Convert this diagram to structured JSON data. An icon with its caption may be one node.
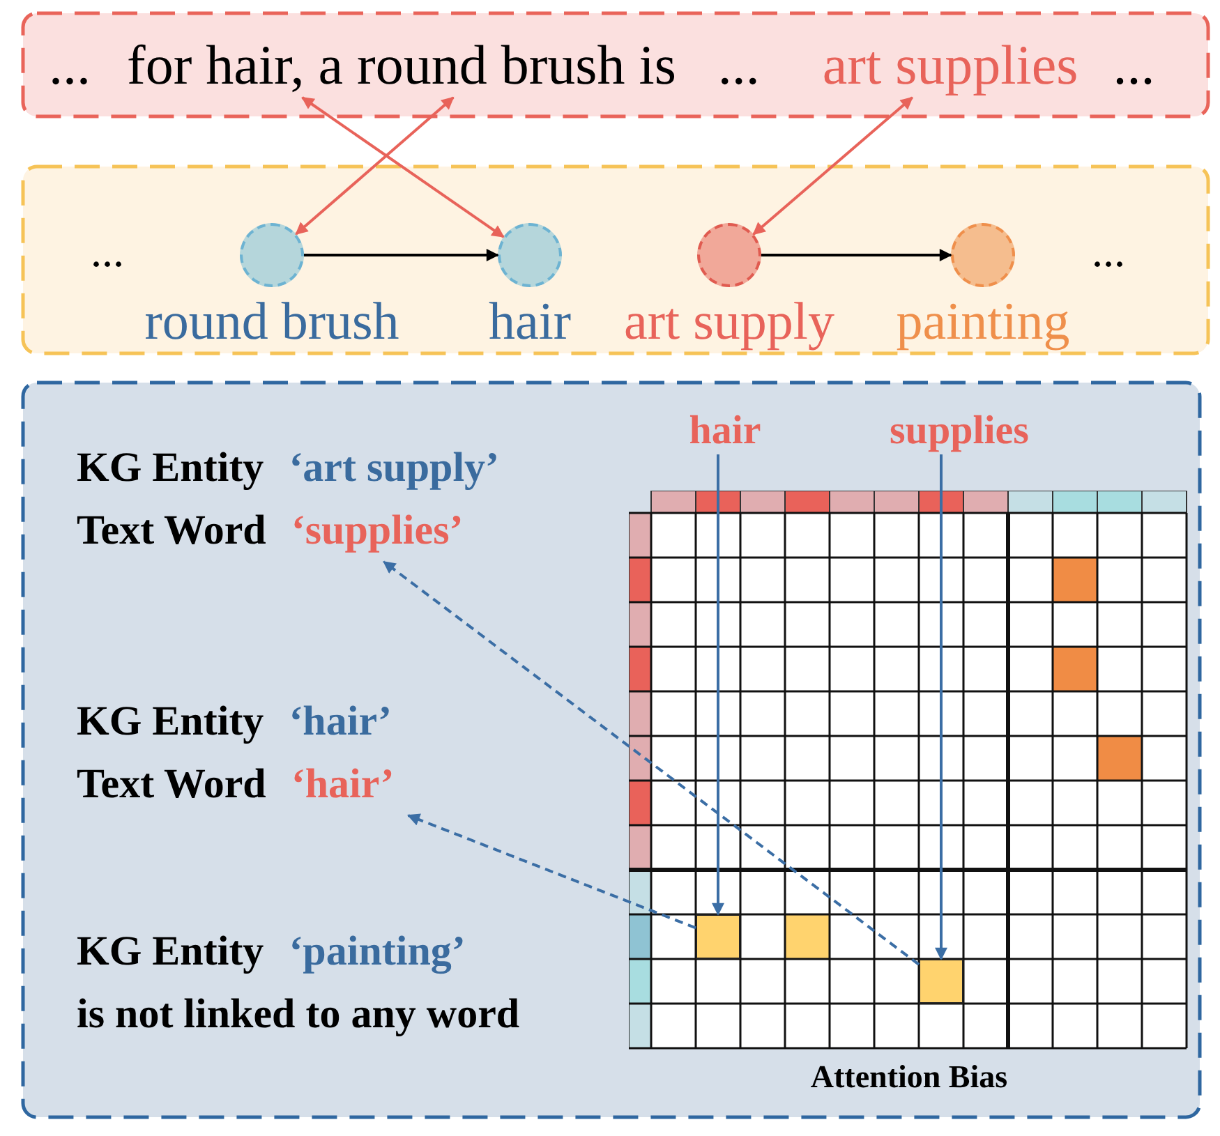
{
  "diagram": {
    "nodes": [
      {
        "text": [],
        "shape": "box"
      },
      {
        "text": [
          "..."
        ],
        "in": 0
      },
      {
        "text": [
          "for"
        ],
        "in": 0
      },
      {
        "text": [
          "hair,"
        ],
        "in": 0
      },
      {
        "text": [
          "a"
        ],
        "in": 0
      },
      {
        "text": [
          "round brush"
        ],
        "in": 0
      },
      {
        "text": [
          "is"
        ],
        "in": 0
      },
      {
        "text": [
          "..."
        ],
        "in": 0
      },
      {
        "text": [
          "art supplies"
        ],
        "in": 0
      },
      {
        "text": [
          "..."
        ],
        "in": 0
      },
      {
        "text": [
          "...",
          "..."
        ]
      },
      {
        "text": [],
        "shape": "circle",
        "in": 10,
        "beside": [
          "round brush"
        ]
      },
      {
        "text": [],
        "shape": "circle",
        "in": 10,
        "beside": [
          "hair"
        ]
      },
      {
        "text": [],
        "shape": "circle",
        "in": 10,
        "beside": [
          "art supply"
        ]
      },
      {
        "text": [],
        "shape": "circle",
        "in": 10,
        "beside": [
          "painting"
        ]
      },
      {
        "text": [],
        "shape": "box"
      },
      {
        "text": [
          "KG Entity",
          "‘art supply’",
          "Text Word",
          "‘supplies’"
        ],
        "in": 15
      },
      {
        "text": [
          "KG Entity",
          "‘hair’",
          "Text Word",
          "‘hair’"
        ],
        "in": 15
      },
      {
        "text": [
          "KG Entity",
          "‘painting’",
          "is not linked to any word"
        ],
        "in": 15
      },
      {
        "text": [
          "hair"
        ],
        "in": 15
      },
      {
        "text": [
          "supplies"
        ],
        "in": 15
      },
      {
        "text": [],
        "shape": "grid",
        "in": 15,
        "beside": [
          "Attention Bias"
        ]
      },
      {
        "text": [],
        "shape": "box",
        "in": 21
      },
      {
        "text": [],
        "shape": "box",
        "in": 21
      }
    ],
    "edges": [
      {
        "from": 3,
        "to": 12,
        "arrow": "both",
        "color": "#e8635a"
      },
      {
        "from": 5,
        "to": 11,
        "arrow": "both",
        "color": "#e8635a"
      },
      {
        "from": 8,
        "to": 13,
        "arrow": "both",
        "color": "#e8635a"
      },
      {
        "from": 11,
        "to": 12,
        "arrow": "to",
        "color": "#000000"
      },
      {
        "from": 13,
        "to": 14,
        "arrow": "to",
        "color": "#000000"
      },
      {
        "from": 19,
        "to": 22,
        "arrow": "to",
        "color": "#3b6ea5"
      },
      {
        "from": 20,
        "to": 23,
        "arrow": "to",
        "color": "#3b6ea5"
      },
      {
        "from": 23,
        "to": 16,
        "arrow": "to",
        "style": "dashed",
        "color": "#3b6ea5"
      },
      {
        "from": 22,
        "to": 17,
        "arrow": "to",
        "style": "dashed",
        "color": "#3b6ea5"
      }
    ]
  }
}
